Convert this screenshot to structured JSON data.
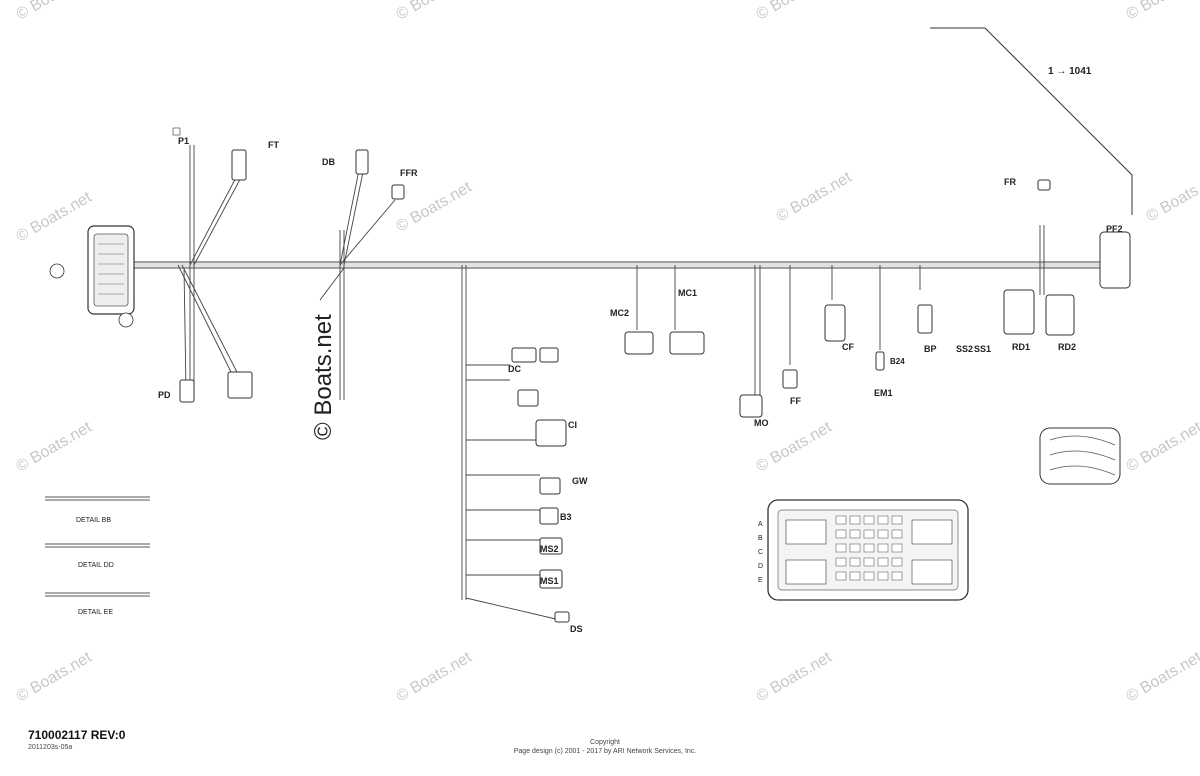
{
  "drawing": {
    "part_number": "710002117 REV:0",
    "sub_code": "2011203s-05a",
    "copyright_line1": "Copyright",
    "copyright_line2": "Page design (c) 2001 - 2017 by ARI Network Services, Inc.",
    "watermark": "© Boats.net",
    "callout_top_right": "1 → 1041"
  },
  "connectors": {
    "p1": "P1",
    "ft": "FT",
    "db": "DB",
    "ffr": "FFR",
    "fr": "FR",
    "pf2": "PF2",
    "pd": "PD",
    "mc2": "MC2",
    "mc1": "MC1",
    "dc": "DC",
    "ci": "CI",
    "gw": "GW",
    "b3": "B3",
    "ms2": "MS2",
    "ms1": "MS1",
    "ff": "FF",
    "mo": "MO",
    "cf": "CF",
    "bp": "BP",
    "ss2": "SS2",
    "ss1": "SS1",
    "rd1": "RD1",
    "rd2": "RD2",
    "em1": "EM1",
    "b24": "B24",
    "ds": "DS"
  },
  "details": {
    "d1": "DETAIL BB",
    "d2": "DETAIL DD",
    "d3": "DETAIL EE"
  },
  "fusebox_rows": [
    "A",
    "B",
    "C",
    "D",
    "E"
  ]
}
